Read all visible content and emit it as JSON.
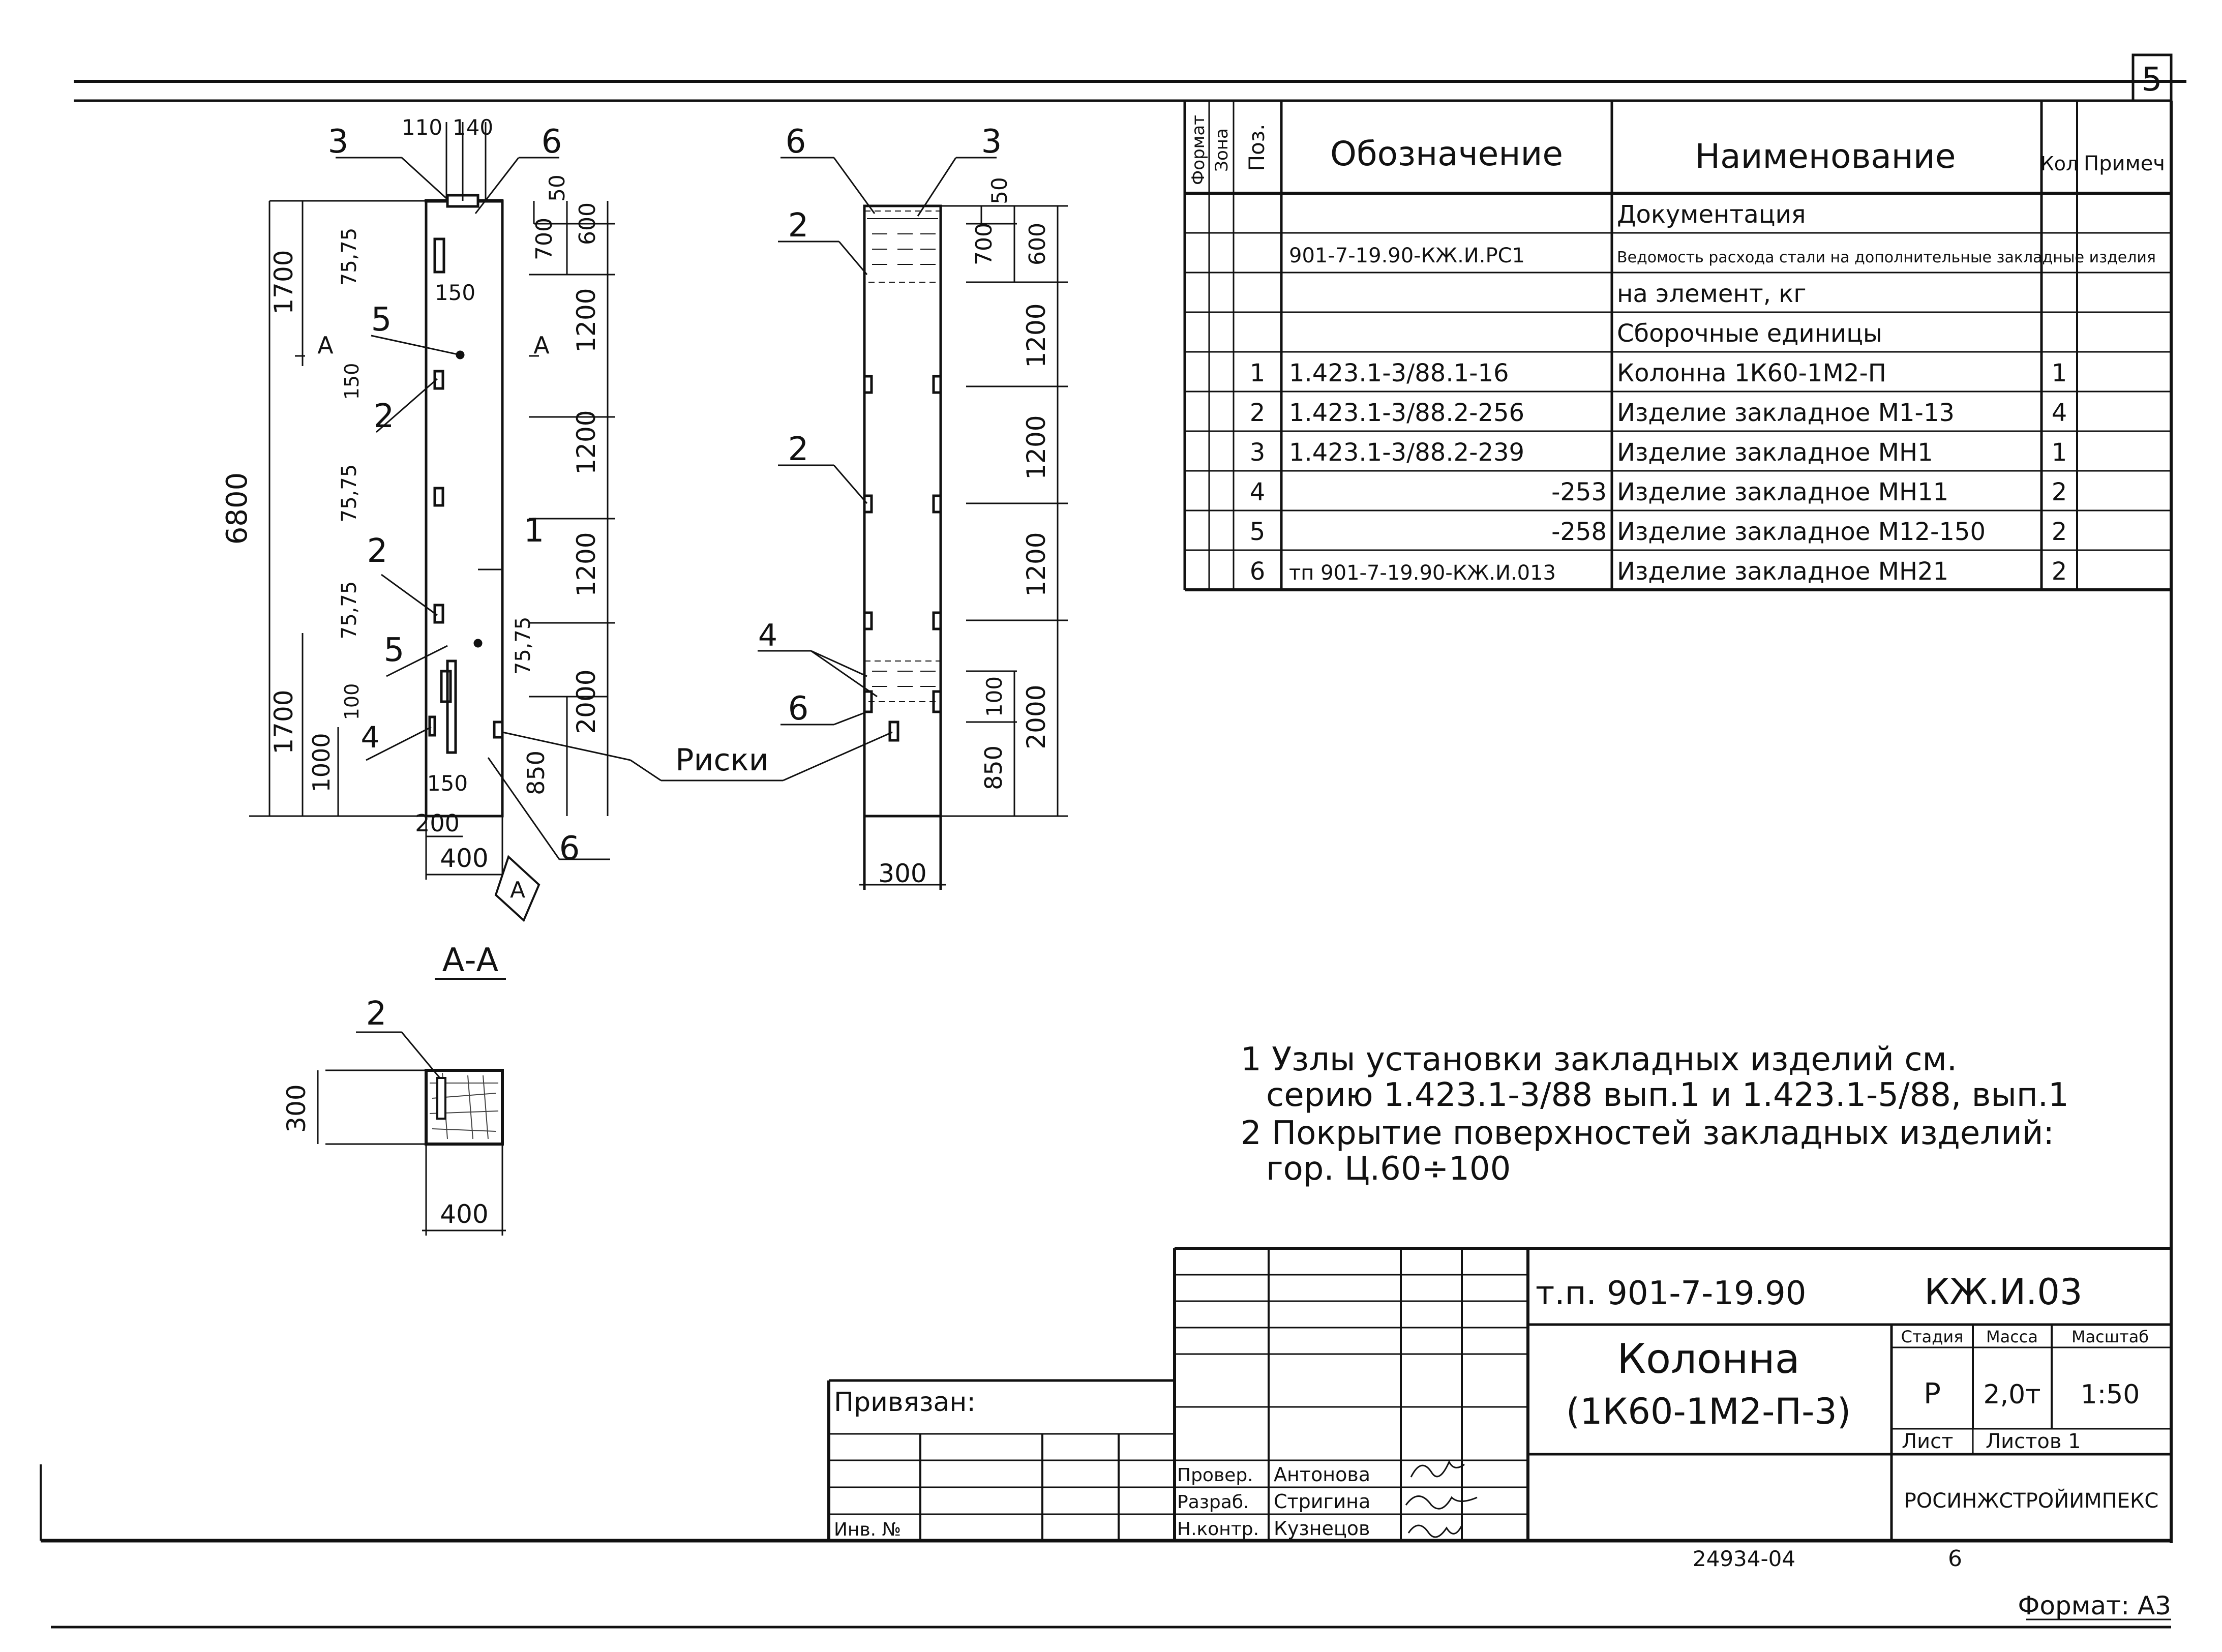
{
  "sheet_number": "5",
  "drawing": {
    "dims": {
      "w110": "110",
      "w140": "140",
      "d50": "50",
      "d600": "600",
      "d700": "700",
      "d1700": "1700",
      "d1200a": "1200",
      "d1200b": "1200",
      "d1200c": "1200",
      "d2000": "2000",
      "d850": "850",
      "d6800": "6800",
      "d1000": "1000",
      "d1700b": "1700",
      "d150a": "150",
      "d150b": "150",
      "d150c": "150",
      "d100a": "100",
      "d7575a": "75,75",
      "d7575b": "75,75",
      "d7575c": "75,75",
      "d7575d": "75,75",
      "d200": "200",
      "d400": "400",
      "r50": "50",
      "r600": "600",
      "r700": "700",
      "r1200a": "1200",
      "r1200b": "1200",
      "r1200c": "1200",
      "r2000": "2000",
      "r850": "850",
      "r100": "100",
      "r300": "300",
      "s300": "300",
      "s400": "400"
    },
    "pos": {
      "p3a": "3",
      "p6a": "6",
      "p5a": "5",
      "p2a": "2",
      "p2b": "2",
      "p5b": "5",
      "p4a": "4",
      "p6b": "6",
      "p1": "1",
      "r6": "6",
      "r3": "3",
      "r2a": "2",
      "r2b": "2",
      "r4": "4",
      "r6b": "6",
      "s2": "2"
    },
    "section_mark": "А",
    "section_title": "А-А",
    "riski_label": "Риски"
  },
  "spec": {
    "headers": {
      "format": "Формат",
      "zone": "Зона",
      "pos": "Поз.",
      "designation": "Обозначение",
      "name": "Наименование",
      "qty": "Кол",
      "note": "Примеч"
    },
    "rows": [
      {
        "pos": "",
        "designation": "",
        "name": "Документация",
        "qty": ""
      },
      {
        "pos": "",
        "designation": "901-7-19.90-КЖ.И.РС1",
        "name": "Ведомость расхода стали на дополнительные закладные изделия",
        "qty": ""
      },
      {
        "pos": "",
        "designation": "",
        "name": "на элемент, кг",
        "qty": ""
      },
      {
        "pos": "",
        "designation": "",
        "name": "Сборочные единицы",
        "qty": ""
      },
      {
        "pos": "1",
        "designation": "1.423.1-3/88.1-16",
        "name": "Колонна 1К60-1М2-П",
        "qty": "1"
      },
      {
        "pos": "2",
        "designation": "1.423.1-3/88.2-256",
        "name": "Изделие закладное М1-13",
        "qty": "4"
      },
      {
        "pos": "3",
        "designation": "1.423.1-3/88.2-239",
        "name": "Изделие закладное МН1",
        "qty": "1"
      },
      {
        "pos": "4",
        "designation": "-253",
        "name": "Изделие закладное МН11",
        "qty": "2"
      },
      {
        "pos": "5",
        "designation": "-258",
        "name": "Изделие закладное М12-150",
        "qty": "2"
      },
      {
        "pos": "6",
        "designation": "тп 901-7-19.90-КЖ.И.013",
        "name": "Изделие закладное МН21",
        "qty": "2"
      }
    ]
  },
  "notes": [
    "1 Узлы установки закладных изделий см.",
    "серию 1.423.1-3/88  вып.1  и 1.423.1-5/88, вып.1",
    "2 Покрытие поверхностей закладных изделий:",
    "гор. Ц.60÷100"
  ],
  "title_block": {
    "project": "т.п.  901-7-19.90",
    "code": "КЖ.И.03",
    "title_line1": "Колонна",
    "title_line2": "(1К60-1М2-П-3)",
    "stage_hdr": "Стадия",
    "mass_hdr": "Масса",
    "scale_hdr": "Масштаб",
    "stage": "Р",
    "mass": "2,0т",
    "scale": "1:50",
    "sheet_hdr": "Лист",
    "sheets_hdr": "Листов 1",
    "org": "РОСИНЖСТРОЙИМПЕКС",
    "privyazan": "Привязан:",
    "inv": "Инв. №",
    "roles": [
      "Провер.",
      "Разраб.",
      "Н.контр."
    ],
    "people": [
      "Антонова",
      "Стригина",
      "Кузнецов"
    ]
  },
  "footer": {
    "stamp": "24934-04",
    "page": "6",
    "format": "Формат: А3"
  }
}
